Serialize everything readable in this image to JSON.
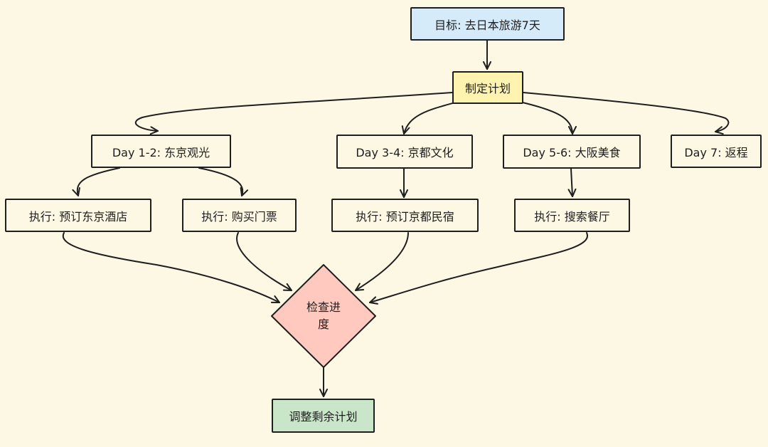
{
  "nodes": {
    "goal": "目标: 去日本旅游7天",
    "plan": "制定计划",
    "day12": "Day 1-2: 东京观光",
    "day34": "Day 3-4: 京都文化",
    "day56": "Day 5-6: 大阪美食",
    "day7": "Day 7: 返程",
    "exec_hotel": "执行: 预订东京酒店",
    "exec_ticket": "执行: 购买门票",
    "exec_minshuku": "执行: 预订京都民宿",
    "exec_restaurant": "执行: 搜索餐厅",
    "check_line1": "检查进",
    "check_line2": "度",
    "adjust": "调整剩余计划"
  },
  "colors": {
    "background": "#fdf8e4",
    "goal_fill": "#d6ebfa",
    "plan_fill": "#fff3b0",
    "decision_fill": "#ffc9c0",
    "final_fill": "#c9e6c9",
    "stroke": "#1e1e1e"
  }
}
